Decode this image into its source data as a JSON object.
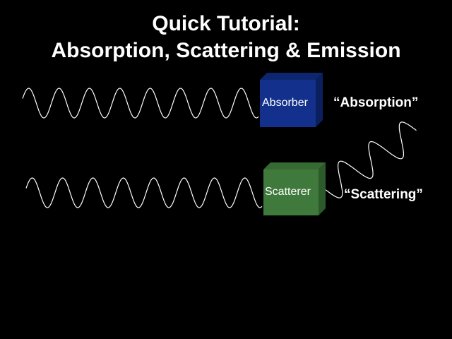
{
  "title": {
    "line1": "Quick Tutorial:",
    "line2": "Absorption, Scattering & Emission"
  },
  "absorber": {
    "label": "Absorber",
    "color": "#13318c",
    "top_color": "#0d2670",
    "side_color": "#0a1f5e"
  },
  "scatterer": {
    "label": "Scatterer",
    "color": "#3f7a3c",
    "top_color": "#356a33",
    "side_color": "#2d5a2b"
  },
  "captions": {
    "absorption": "“Absorption”",
    "scattering": "“Scattering”"
  }
}
